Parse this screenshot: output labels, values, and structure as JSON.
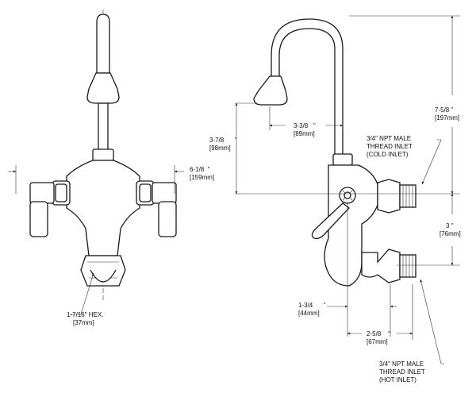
{
  "dimensions": {
    "inlet_offset": {
      "fraction": "6-1/8",
      "mark": "\"",
      "metric": "[159mm]"
    },
    "hex_nut": {
      "fraction": "1-7/16\" HEX.",
      "metric": "[37mm]"
    },
    "spout_height_above_inlet": {
      "fraction": "3-7/8",
      "mark": "\"",
      "metric": "[98mm]"
    },
    "spout_reach": {
      "fraction": "3-3/8",
      "mark": "\"",
      "metric": "[89mm]"
    },
    "overall_height": {
      "fraction": "7-5/8",
      "mark": "\"",
      "metric": "[197mm]"
    },
    "inlet_spacing": {
      "fraction": "3",
      "mark": "\"",
      "metric": "[76mm]"
    },
    "body_offset": {
      "fraction": "1-3/4",
      "mark": "\"",
      "metric": "[44mm]"
    },
    "inlet_depth": {
      "fraction": "2-5/8",
      "mark": "\"",
      "metric": "[67mm]"
    }
  },
  "callouts": {
    "cold_inlet": [
      "3/4\" NPT MALE",
      "THREAD INLET",
      "(COLD INLET)"
    ],
    "hot_inlet": [
      "3/4\" NPT MALE",
      "THREAD INLET",
      "(HOT INLET)"
    ]
  }
}
